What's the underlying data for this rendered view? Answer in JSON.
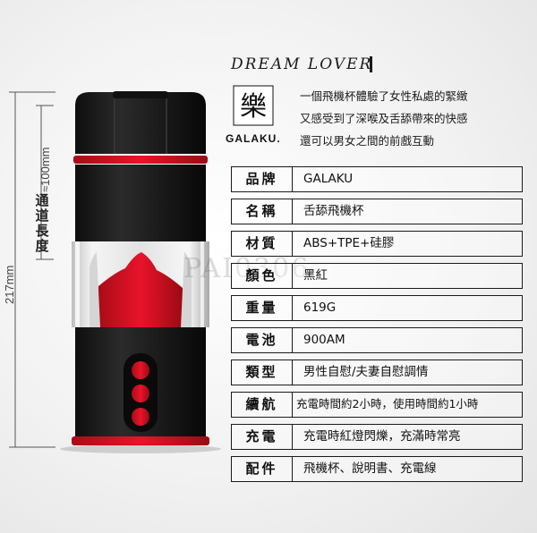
{
  "brand_title": "DREAM LOVER",
  "logo_name": "GALAKU.",
  "logo_glyph": "樂",
  "intro_lines": [
    "一個飛機杯體驗了女性私處的緊緻",
    "又感受到了深喉及舌舔帶來的快感",
    "還可以男女之間的前戲互動"
  ],
  "dimensions": {
    "outer_label": "217mm",
    "inner_label": "≈100mm",
    "inner_title": "通道長度"
  },
  "watermark": "PAI0306",
  "specs": [
    {
      "label": "品牌",
      "value": "GALAKU"
    },
    {
      "label": "名稱",
      "value": "舌舔飛機杯"
    },
    {
      "label": "材質",
      "value": "ABS+TPE+硅膠"
    },
    {
      "label": "顏色",
      "value": "黑紅"
    },
    {
      "label": "重量",
      "value": "619G"
    },
    {
      "label": "電池",
      "value": "900AM"
    },
    {
      "label": "類型",
      "value": "男性自慰/夫妻自慰調情"
    },
    {
      "label": "續航",
      "value": "充電時間約2小時，使用時間約1小時"
    },
    {
      "label": "充電",
      "value": "充電時紅燈閃爍，充滿時常亮"
    },
    {
      "label": "配件",
      "value": "飛機杯、說明書、充電線"
    }
  ],
  "colors": {
    "body": "#1c1c1c",
    "accent": "#e0101f"
  }
}
